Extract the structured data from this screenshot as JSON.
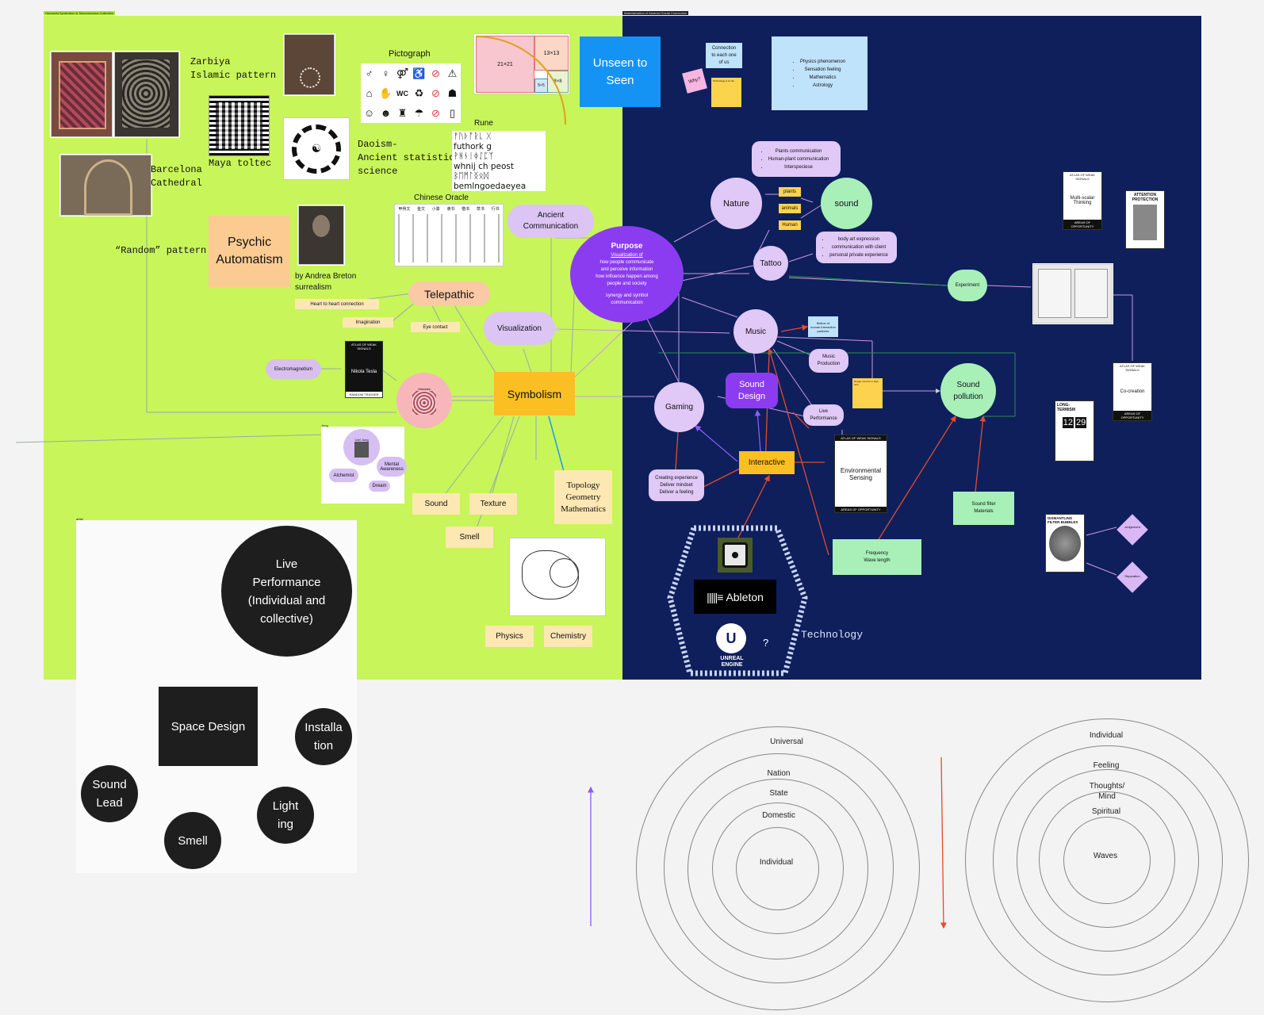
{
  "frames": {
    "left_title": "Humanist Symbolism & Subconscious Collective",
    "right_title": "Materialization of Abstract Social Connection",
    "whiteboard_title": "artist",
    "jung_title": "Jung"
  },
  "left": {
    "zarbiya": "Zarbiya\nIslamic pattern",
    "maya": "Maya toltec",
    "barcelona": "Barcelona\nCathedral",
    "random": "“Random” pattern",
    "pictograph": "Pictograph",
    "daoism": "Daoism-\nAncient statistic\nscience",
    "rune": "Rune",
    "rune_letters": "ᚠᚢᚦᚩᚱᚳ ᚷ\nfuthork g\nᚹᚻᚾᛁᛄᛇᛈᛉ\nwhnij ch peost\nᛒᛖᛗᛚᛝᛟᛞ\nbemlngoedaeyea",
    "chinese_oracle": "Chinese Oracle",
    "oracle_headers": [
      "甲骨文",
      "金文",
      "小篆",
      "隶书",
      "楷书",
      "草书",
      "行书"
    ],
    "psychic": "Psychic\nAutomatism",
    "breton": "by Andrea Breton\nsurrealism",
    "heart": "Heart to heart connection",
    "imagination": "Imagination",
    "eye": "Eye contact",
    "telepathic": "Telepathic",
    "ancient_comm": "Ancient\nCommunication",
    "visualization": "Visualization",
    "electromagnetism": "Electromagnetism",
    "tesla": "Nikola Tesla",
    "tesla_top": "ATLAS OF WEAK SIGNALS",
    "tesla_bottom": "RANDOM TRIGGER",
    "mandala": "Mandala",
    "symbolism": "Symbolism",
    "carl_jung": "Carl Jung",
    "alchemist": "Alchemist",
    "mental": "Mental\nAwareness",
    "dream": "Dream",
    "sound": "Sound",
    "texture": "Texture",
    "smell": "Smell",
    "topology": "Topology\nGeometry\nMathematics",
    "physics": "Physics",
    "chemistry": "Chemistry",
    "golden": [
      "21×21",
      "13×13",
      "8×8",
      "5×5"
    ]
  },
  "right": {
    "unseen": "Unseen to\nSeen",
    "connection": "Connection\nto each one\nof us",
    "why": "Why?",
    "tech_note": "Technology is so far...",
    "physics_list": [
      "Physics phenomenon",
      "Sensation feeling",
      "Mathematics",
      "Astrology"
    ],
    "plants_list": [
      "Plants communication",
      "Human-plant communication",
      "Interspeciese"
    ],
    "nature": "Nature",
    "sound": "sound",
    "plants": "plants",
    "animals": "animals",
    "human": "Human",
    "tattoo": "Tattoo",
    "body_list": [
      "body art expression",
      "communication with client",
      "personal private experience"
    ],
    "purpose_title": "Purpose",
    "purpose_sub": "Visualization of",
    "purpose_body": "how people communicate\nand perceive information\nhow influence happen among\npeople and society",
    "purpose_synergy": "synergy and symbol\ncommunication",
    "music": "Music",
    "motion": "Motion of\nhuman interaction\nparticles",
    "music_prod": "Music\nProduction",
    "sound_design": "Sound\nDesign",
    "gaming": "Gaming",
    "live_perf": "Live\nPerformance",
    "design_note": "Design must be in high tech",
    "sound_pollution": "Sound\npollution",
    "experiment": "Experiment",
    "interactive": "Interactive",
    "creating": "Creating experience\nDeliver mindset\nDeliver a feeling",
    "env_top": "ATLAS OF WEAK SIGNALS",
    "env_title": "Environmental\nSensing",
    "env_bottom": "AREAS OF OPPORTUNITY",
    "sound_filter": "Sound filter\nMaterials",
    "frequency": "Frequency\nWave length",
    "ableton": "Ableton",
    "unreal": "UNREAL\nENGINE",
    "question": "?",
    "technology": "Technology",
    "multiscalar": "Multi-scalar\nThinking",
    "attention": "ATTENTION\nPROTECTION",
    "cocreation": "Co-creation",
    "longterm": "LONG-\nTERMISM",
    "dismantling": "DISMANTLING\nFILTER BUBBLES",
    "judgement": "Judgement",
    "separation": "Separation",
    "clock_left": "12",
    "clock_right": "29"
  },
  "whiteboard": {
    "live": "Live\nPerformance\n(Individual and\ncollective)",
    "space": "Space Design",
    "installation": "Installa\ntion",
    "sound_lead": "Sound\nLead",
    "lighting": "Light\ning",
    "smell": "Smell"
  },
  "rings_left": [
    "Universal",
    "Nation",
    "State",
    "Domestic",
    "Individual"
  ],
  "rings_right": [
    "Individual",
    "Feeling",
    "Thoughts/\nMind",
    "Spiritual",
    "Waves"
  ],
  "colors": {
    "lime": "#c8f55a",
    "navy": "#0e1f5c",
    "purple": "#8b3cf0",
    "lavender": "#e0c8f7",
    "mint": "#a8f0b8",
    "peach": "#fde7b3",
    "amber": "#fbbf24",
    "blue": "#1593f5"
  }
}
